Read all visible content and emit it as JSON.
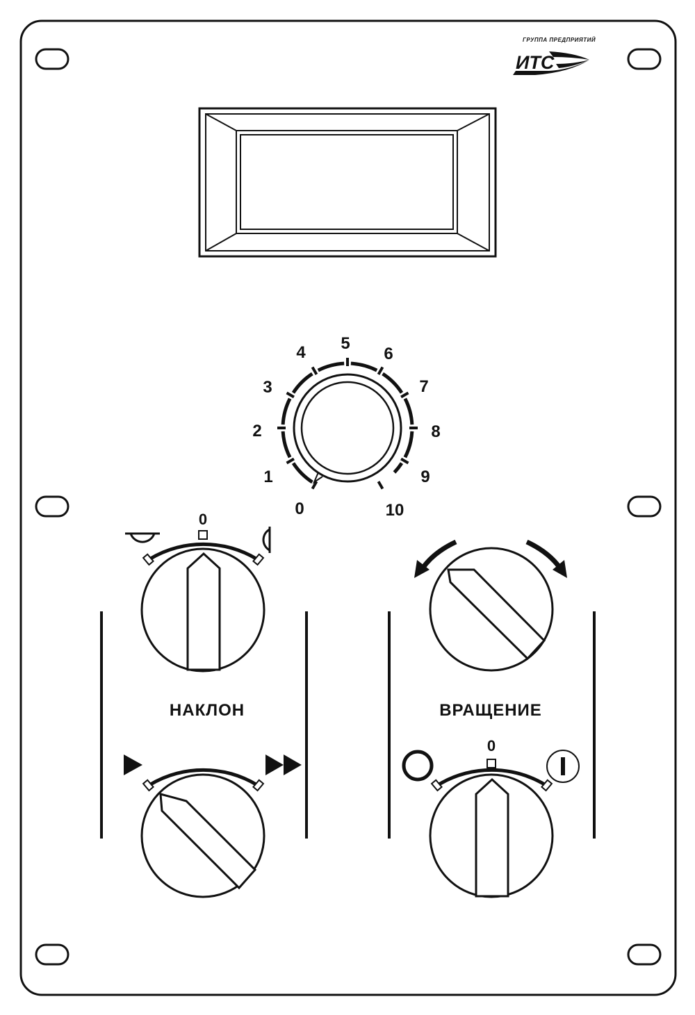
{
  "logo": {
    "tagline": "ГРУППА ПРЕДПРИЯТИЙ",
    "name": "ИТС"
  },
  "speed_dial": {
    "scale": [
      "0",
      "1",
      "2",
      "3",
      "4",
      "5",
      "6",
      "7",
      "8",
      "9",
      "10"
    ]
  },
  "tilt": {
    "section_label": "НАКЛОН",
    "center_mark": "0",
    "direction_switch": {
      "left_icon": "tilt-left-icon",
      "right_icon": "tilt-right-icon"
    },
    "speed_switch": {
      "left_icon": "play-icon",
      "right_icon": "fast-forward-icon"
    }
  },
  "rotation": {
    "section_label": "ВРАЩЕНИЕ",
    "direction_switch": {
      "left_icon": "ccw-arrow-icon",
      "right_icon": "cw-arrow-icon"
    },
    "power_switch": {
      "center_mark": "0",
      "off_icon": "off-circle-icon",
      "on_icon": "on-circle-icon"
    }
  },
  "colors": {
    "line": "#111111",
    "background": "#ffffff"
  }
}
